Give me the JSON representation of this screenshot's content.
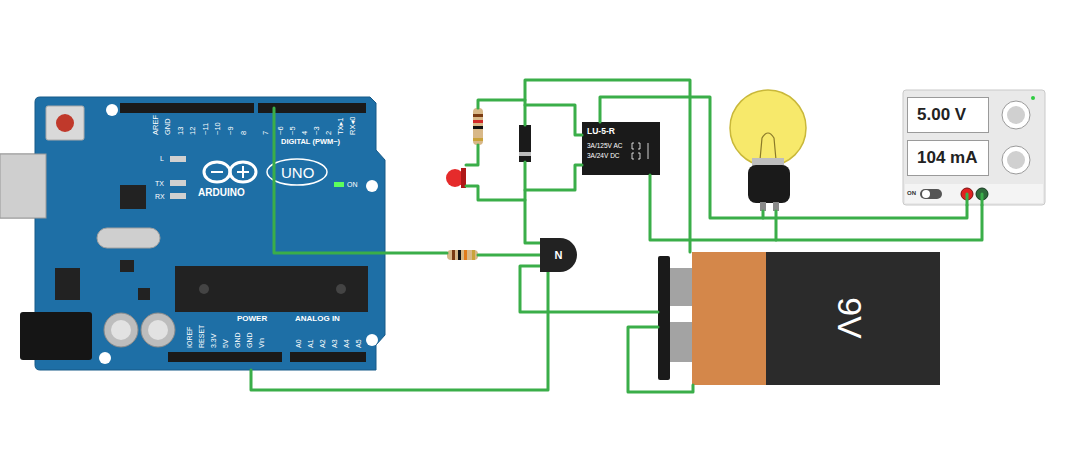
{
  "diagram": {
    "nodes": [
      {
        "text": [
          "AREF",
          "GND",
          "13",
          "12",
          "~11",
          "~10",
          "~9",
          "8",
          "7",
          "~6",
          "~5",
          "4",
          "~3",
          "2",
          "TX▸1",
          "RX◂0",
          "DIGITAL (PWM~)",
          "L",
          "TX",
          "RX",
          "ARDUINO",
          "UNO",
          "ON",
          "IOREF",
          "RESET",
          "3.3V",
          "5V",
          "GND",
          "GND",
          "Vin",
          "POWER",
          "ANALOG IN",
          "A0",
          "A1",
          "A2",
          "A3",
          "A4",
          "A5"
        ]
      },
      {
        "text": [
          "N"
        ]
      },
      {
        "text": [
          "LU-5-R",
          "3A/125V AC",
          "3A/24V DC"
        ]
      },
      {
        "text": [
          "9V"
        ]
      },
      {
        "text": [
          "5.00 V",
          "104 mA",
          "ON"
        ]
      }
    ],
    "edges": [
      {
        "from": 0,
        "to": 1,
        "arrow": "none"
      },
      {
        "from": 1,
        "to": 3,
        "arrow": "none"
      },
      {
        "from": 4,
        "to": 2,
        "arrow": "none"
      },
      {
        "from": 4,
        "to": 2,
        "arrow": "none"
      }
    ]
  }
}
